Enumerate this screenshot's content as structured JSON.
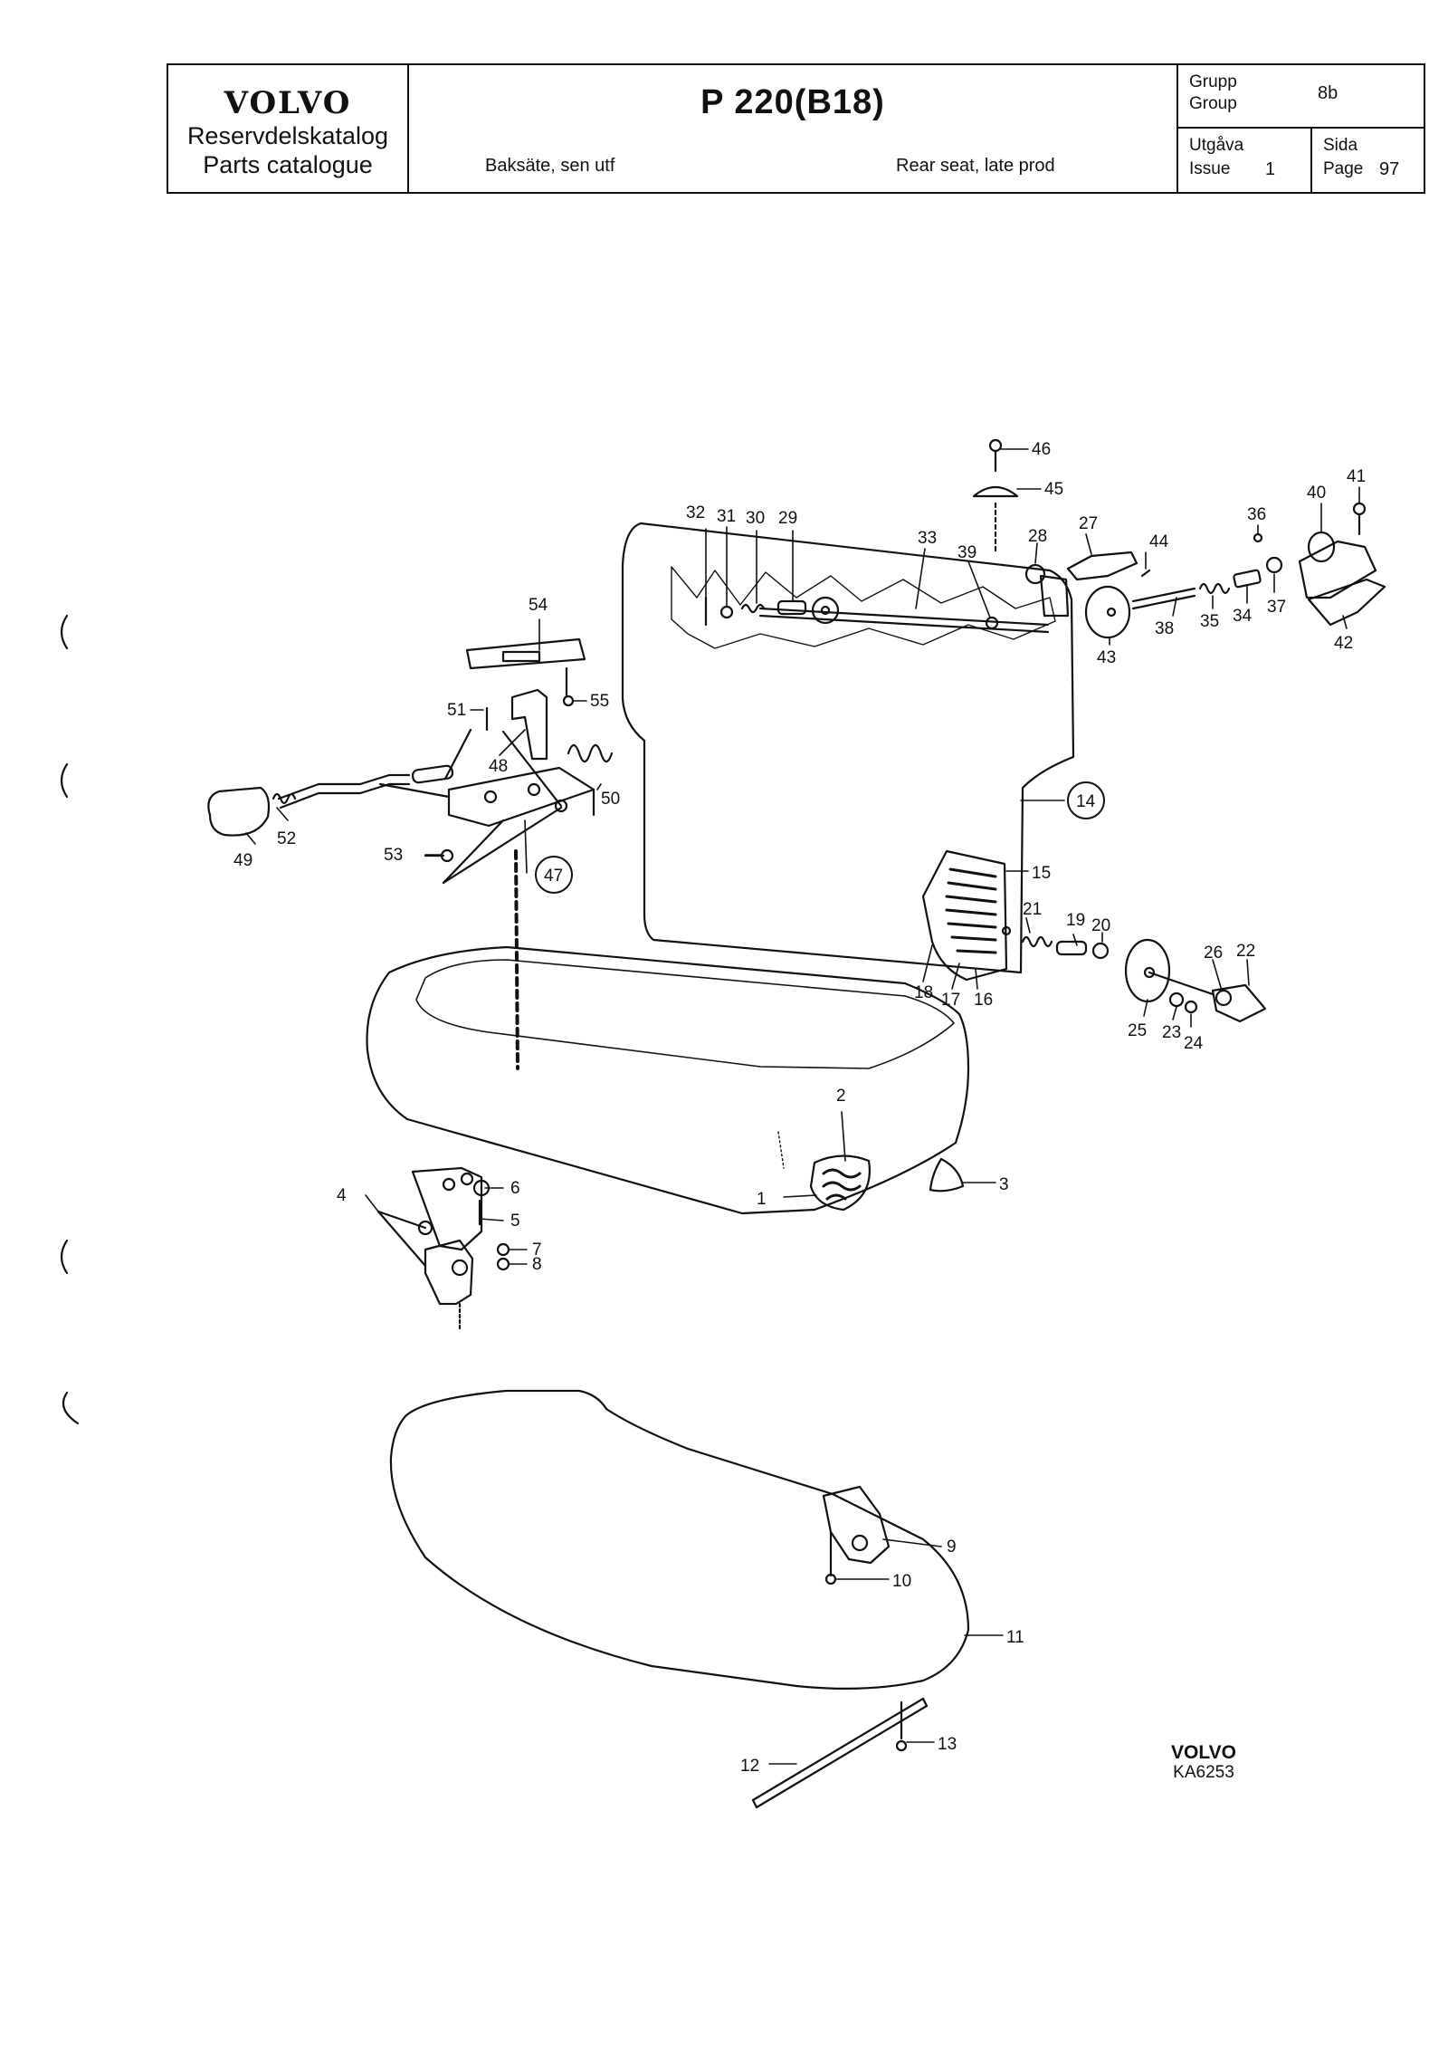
{
  "header": {
    "brand_logo": "VOLVO",
    "brand_line1": "Reservdelskatalog",
    "brand_line2": "Parts catalogue",
    "model": "P 220(B18)",
    "subtitle_sv": "Baksäte, sen utf",
    "subtitle_en": "Rear seat, late prod",
    "group_label_sv": "Grupp",
    "group_label_en": "Group",
    "group_value": "8b",
    "issue_label_sv": "Utgåva",
    "issue_label_en": "Issue",
    "issue_value": "1",
    "page_label_sv": "Sida",
    "page_label_en": "Page",
    "page_value": "97"
  },
  "diagram": {
    "callouts": [
      "1",
      "2",
      "3",
      "4",
      "5",
      "6",
      "7",
      "8",
      "9",
      "10",
      "11",
      "12",
      "13",
      "14",
      "15",
      "16",
      "17",
      "18",
      "19",
      "20",
      "21",
      "22",
      "23",
      "24",
      "25",
      "26",
      "27",
      "28",
      "29",
      "30",
      "31",
      "32",
      "33",
      "34",
      "35",
      "36",
      "37",
      "38",
      "39",
      "40",
      "41",
      "42",
      "43",
      "44",
      "45",
      "46",
      "47",
      "48",
      "49",
      "50",
      "51",
      "52",
      "53",
      "54",
      "55"
    ],
    "circled_callouts": [
      "14",
      "47"
    ]
  },
  "reference": {
    "brand": "VOLVO",
    "code": "KA6253"
  }
}
